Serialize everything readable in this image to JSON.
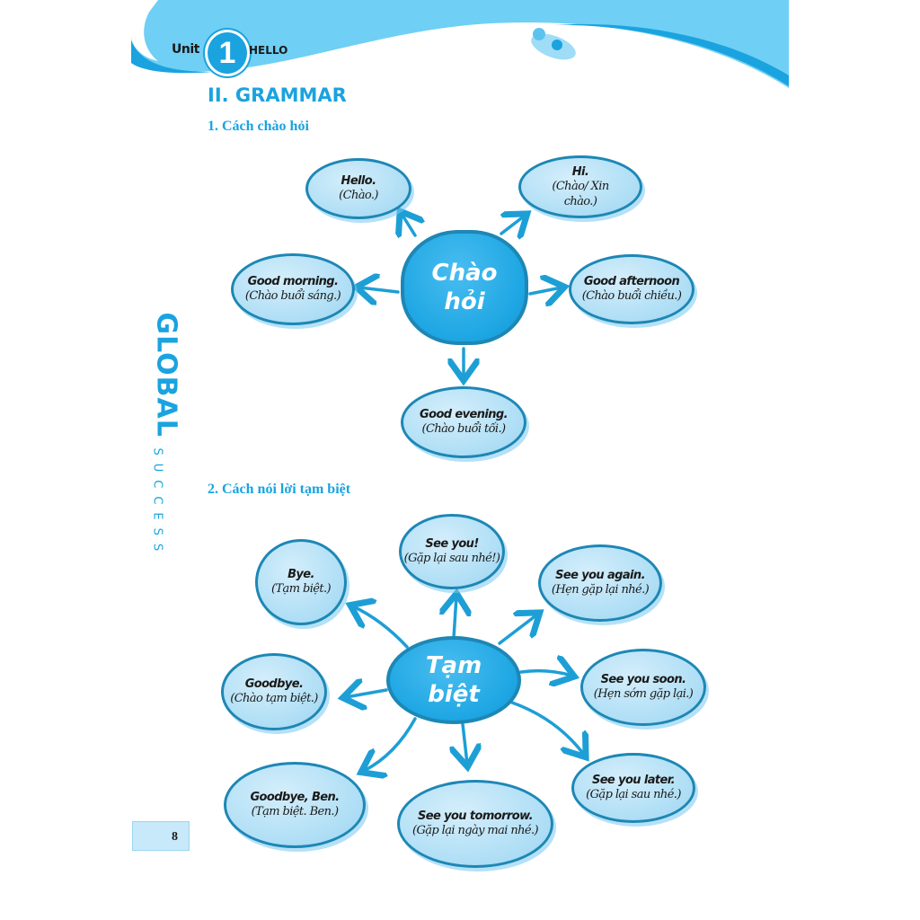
{
  "header": {
    "unit_label": "Unit",
    "unit_number": "1",
    "unit_title": "HELLO"
  },
  "section_title": "II. GRAMMAR",
  "greetings": {
    "heading": "1. Cách chào hỏi",
    "center": "Chào hỏi",
    "items": [
      {
        "en": "Hello.",
        "vi": "(Chào.)"
      },
      {
        "en": "Hi.",
        "vi": "(Chào/ Xin chào.)"
      },
      {
        "en": "Good morning.",
        "vi": "(Chào buổi sáng.)"
      },
      {
        "en": "Good afternoon",
        "vi": "(Chào buổi chiều.)"
      },
      {
        "en": "Good evening.",
        "vi": "(Chào buổi tối.)"
      }
    ]
  },
  "goodbyes": {
    "heading": "2. Cách nói lời tạm biệt",
    "center": "Tạm biệt",
    "items": [
      {
        "en": "See you!",
        "vi": "(Gặp lại sau nhé!)"
      },
      {
        "en": "Bye.",
        "vi": "(Tạm biệt.)"
      },
      {
        "en": "See you again.",
        "vi": "(Hẹn gặp lại nhé.)"
      },
      {
        "en": "Goodbye.",
        "vi": "(Chào tạm biệt.)"
      },
      {
        "en": "See you soon.",
        "vi": "(Hẹn sớm gặp lại.)"
      },
      {
        "en": "Goodbye, Ben.",
        "vi": "(Tạm biệt. Ben.)"
      },
      {
        "en": "See you tomorrow.",
        "vi": "(Gặp lại ngày mai nhé.)"
      },
      {
        "en": "See you later.",
        "vi": "(Gặp lại sau nhé.)"
      }
    ]
  },
  "sidebar": {
    "brand": "GLOBAL",
    "tagline": "SUCCESS"
  },
  "page_number": "8",
  "colors": {
    "accent": "#1aa3df",
    "band": "#6fcff5",
    "outline": "#1d87b5",
    "bubble": "#b3e0f6"
  }
}
